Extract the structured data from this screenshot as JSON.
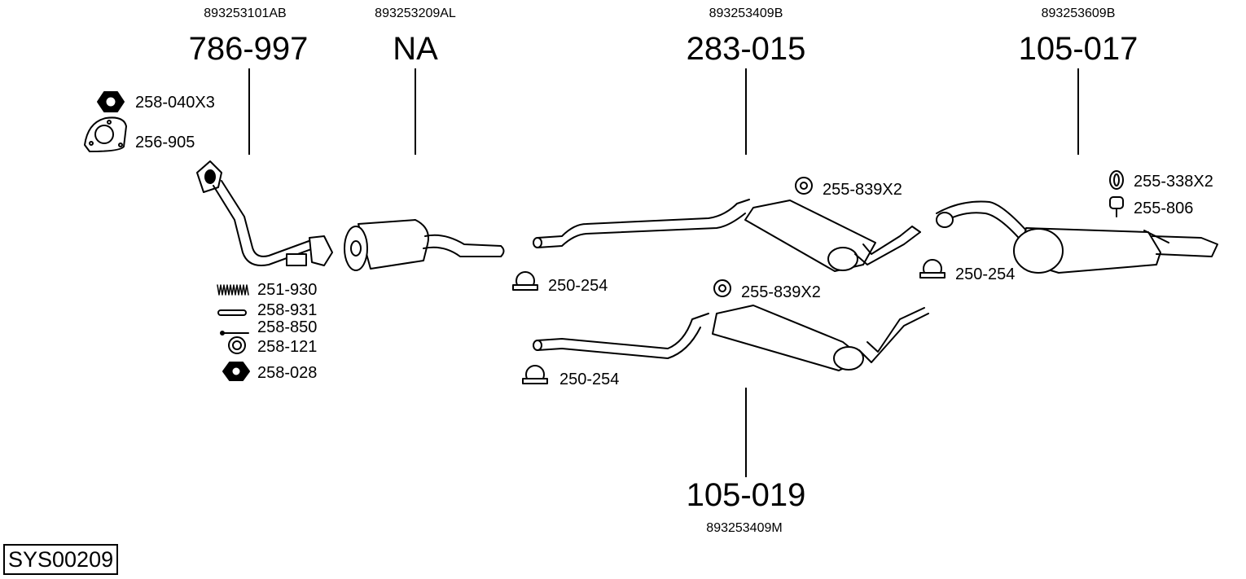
{
  "groups": [
    {
      "oe": "893253101AB",
      "part": "786-997"
    },
    {
      "oe": "893253209AL",
      "part": "NA"
    },
    {
      "oe": "893253409B",
      "part": "283-015"
    },
    {
      "oe": "893253609B",
      "part": "105-017"
    },
    {
      "oe": "893253409M",
      "part": "105-019"
    }
  ],
  "accessories": {
    "nut_x3": "258-040X3",
    "gasket": "256-905",
    "spring": "251-930",
    "sleeve": "258-931",
    "bolt": "258-850",
    "ring": "258-121",
    "nut": "258-028",
    "clamp_1": "250-254",
    "hanger_1": "255-839X2",
    "clamp_2": "250-254",
    "ring_x2": "255-338X2",
    "hanger_rubber": "255-806",
    "hanger_2": "255-839X2",
    "clamp_3": "250-254"
  },
  "system_id": "SYS00209"
}
